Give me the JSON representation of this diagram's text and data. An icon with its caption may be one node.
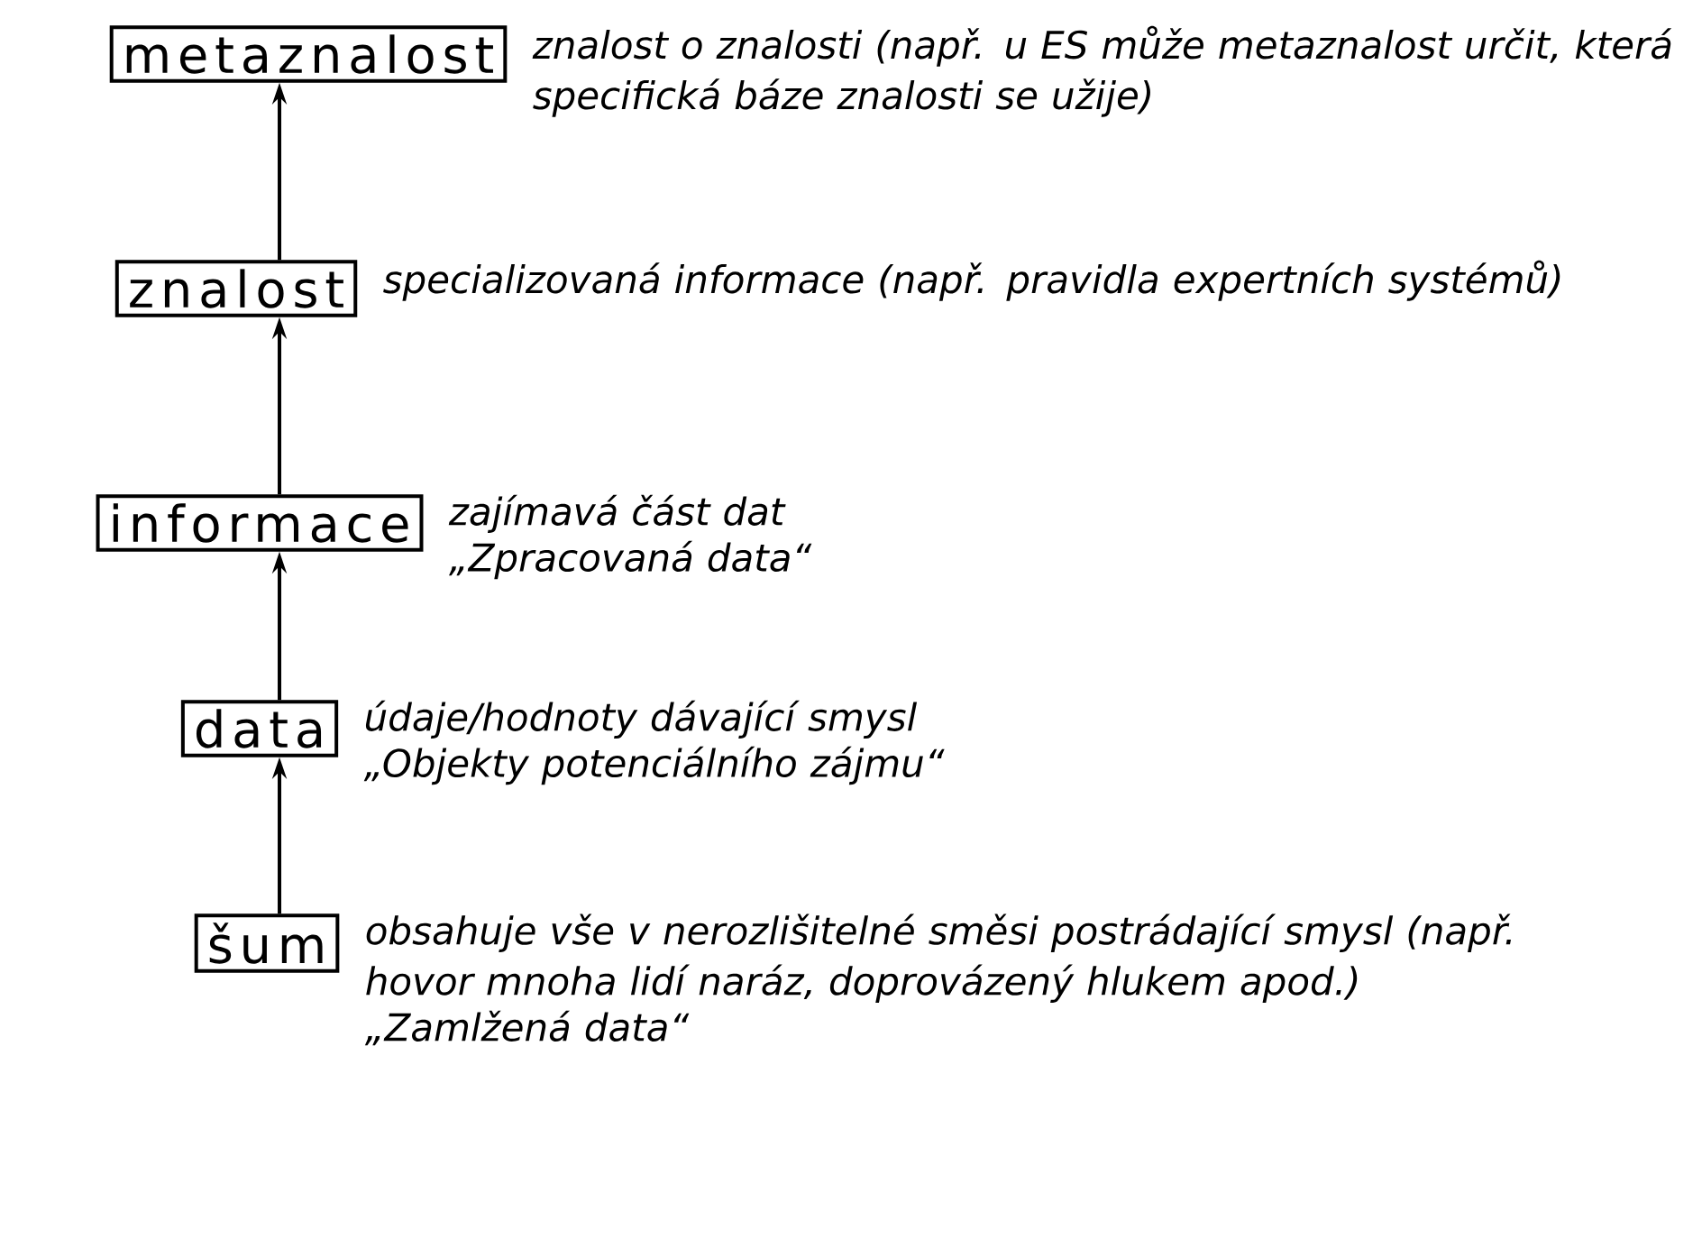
{
  "diagram": {
    "nodes": [
      {
        "text": [
          "metaznalost"
        ],
        "beside": [
          "znalost o znalosti (např. u ES může metaznalost určit, která specifická báze znalosti se užije)"
        ]
      },
      {
        "text": [
          "znalost"
        ],
        "beside": [
          "specializovaná informace (např. pravidla expertních systémů)"
        ]
      },
      {
        "text": [
          "informace"
        ],
        "beside": [
          "zajímavá část dat",
          "„Zpracovaná data“"
        ]
      },
      {
        "text": [
          "data"
        ],
        "beside": [
          "údaje/hodnoty dávající smysl",
          "„Objekty potenciálního zájmu“"
        ]
      },
      {
        "text": [
          "šum"
        ],
        "beside": [
          "obsahuje vše v nerozlišitelné směsi postrádající smysl (např. hovor mnoha lidí naráz, doprovázený hlukem apod.)",
          "„Zamlžená data“"
        ]
      }
    ],
    "edges": [
      {
        "from": 4,
        "to": 3,
        "arrow": "to"
      },
      {
        "from": 3,
        "to": 2,
        "arrow": "to"
      },
      {
        "from": 2,
        "to": 1,
        "arrow": "to"
      },
      {
        "from": 1,
        "to": 0,
        "arrow": "to"
      }
    ]
  }
}
